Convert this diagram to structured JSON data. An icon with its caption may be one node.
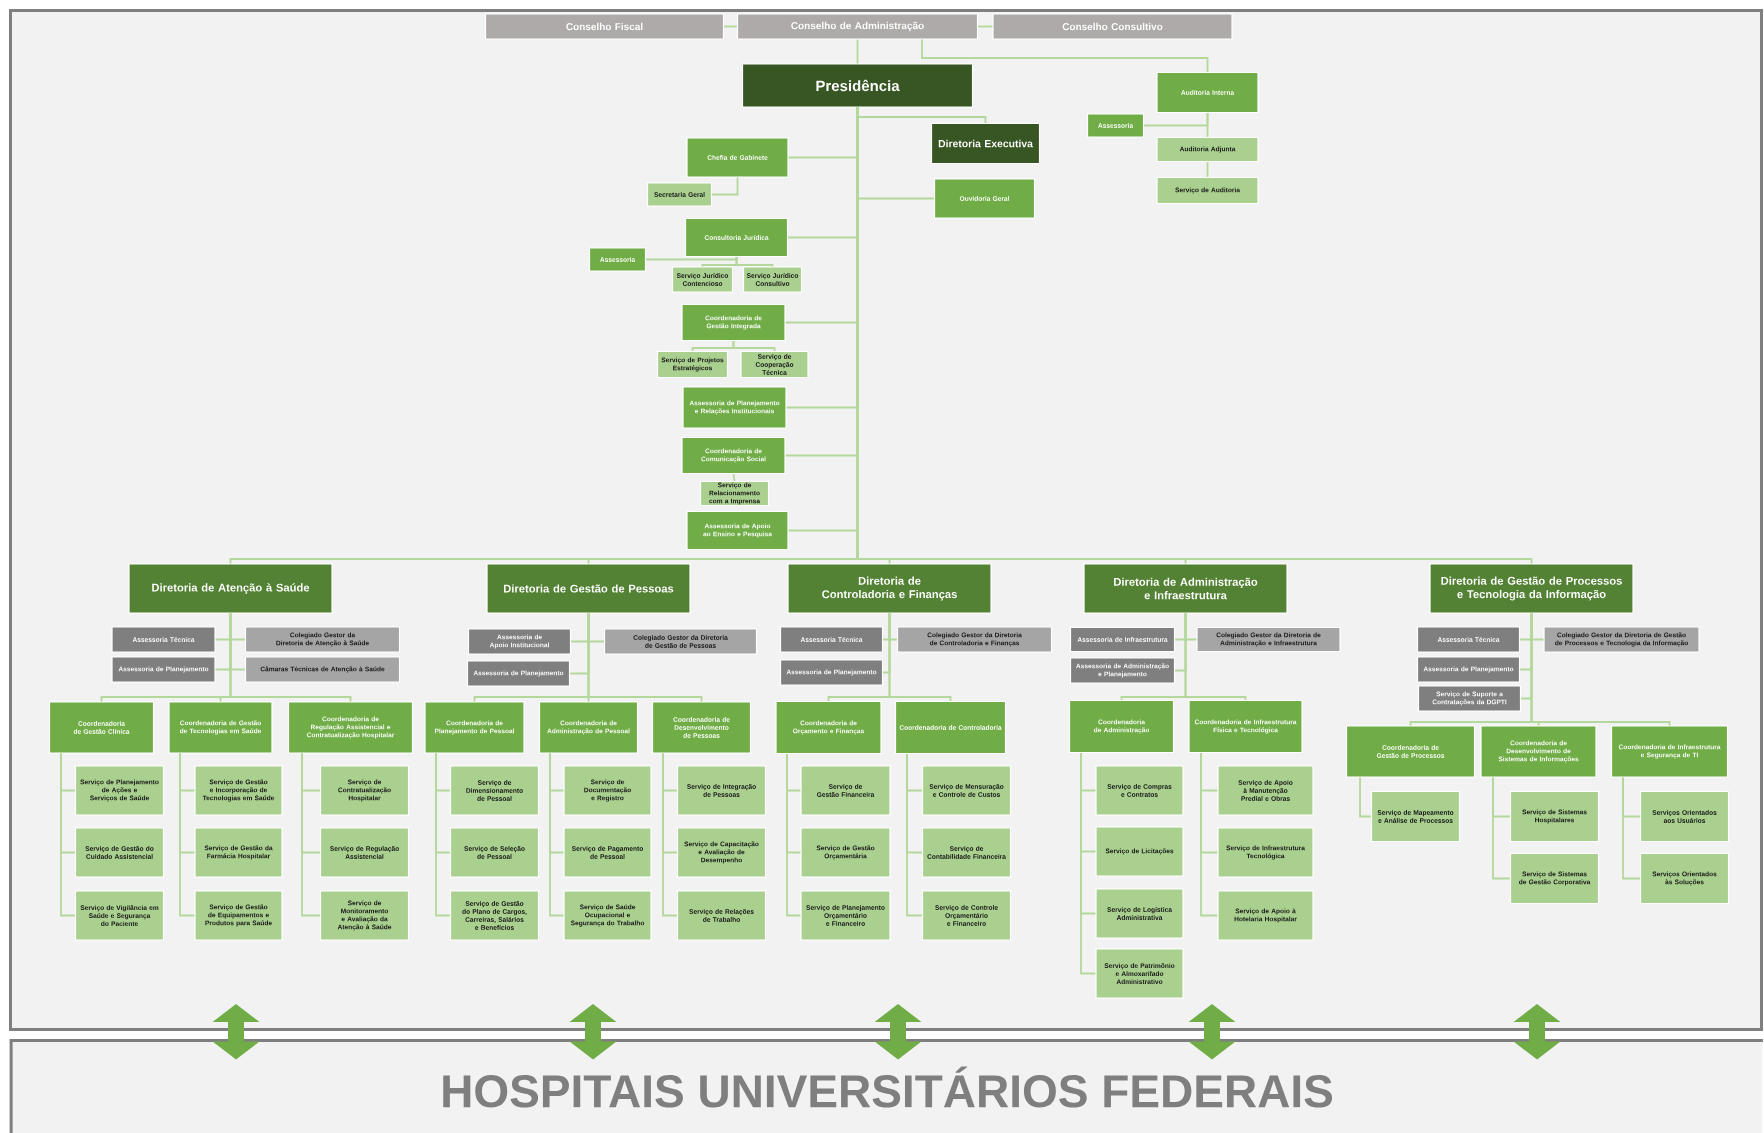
{
  "diagram": {
    "nodes": [
      {
        "text": [
          "Conselho Fiscal"
        ],
        "in": 95
      },
      {
        "text": [
          "Conselho de Administração"
        ],
        "in": 95
      },
      {
        "text": [
          "Conselho Consultivo"
        ],
        "in": 95
      },
      {
        "text": [
          "Presidência"
        ],
        "in": 95
      },
      {
        "text": [
          "Auditoria Interna"
        ],
        "in": 95
      },
      {
        "text": [
          "Assessoria"
        ],
        "in": 95
      },
      {
        "text": [
          "Auditoria Adjunta"
        ],
        "in": 95
      },
      {
        "text": [
          "Serviço de Auditoria"
        ],
        "in": 95
      },
      {
        "text": [
          "Diretoria Executiva"
        ],
        "in": 95
      },
      {
        "text": [
          "Chefia de Gabinete"
        ],
        "in": 95
      },
      {
        "text": [
          "Secretaria Geral"
        ],
        "in": 95
      },
      {
        "text": [
          "Ouvidoria Geral"
        ],
        "in": 95
      },
      {
        "text": [
          "Consultoria Jurídica"
        ],
        "in": 95
      },
      {
        "text": [
          "Assessoria"
        ],
        "in": 95
      },
      {
        "text": [
          "Serviço Jurídico Contencioso"
        ],
        "in": 95
      },
      {
        "text": [
          "Serviço Jurídico Consultivo"
        ],
        "in": 95
      },
      {
        "text": [
          "Coordenadoria de Gestão Integrada"
        ],
        "in": 95
      },
      {
        "text": [
          "Serviço de Projetos Estratégicos"
        ],
        "in": 95
      },
      {
        "text": [
          "Serviço de Cooperação Técnica"
        ],
        "in": 95
      },
      {
        "text": [
          "Assessoria de Planejamento e Relações Institucionais"
        ],
        "in": 95
      },
      {
        "text": [
          "Coordenadoria de Comunicação Social"
        ],
        "in": 95
      },
      {
        "text": [
          "Serviço de Relacionamento com a Imprensa"
        ],
        "in": 95
      },
      {
        "text": [
          "Assessoria de Apoio ao Ensino e Pesquisa"
        ],
        "in": 95
      },
      {
        "text": [
          "Diretoria de Atenção à Saúde"
        ],
        "in": 95
      },
      {
        "text": [
          "Assessoria Técnica"
        ],
        "in": 95
      },
      {
        "text": [
          "Colegiado Gestor da Diretoria de Atenção à Saúde"
        ],
        "in": 95
      },
      {
        "text": [
          "Assessoria de Planejamento"
        ],
        "in": 95
      },
      {
        "text": [
          "Câmaras Técnicas de Atenção à Saúde"
        ],
        "in": 95
      },
      {
        "text": [
          "Coordenadoria de Gestão Clínica"
        ],
        "in": 95
      },
      {
        "text": [
          "Serviço de Planejamento de Ações e Serviços de Saúde"
        ],
        "in": 95
      },
      {
        "text": [
          "Serviço de Gestão do Cuidado Assistencial"
        ],
        "in": 95
      },
      {
        "text": [
          "Serviço de Vigilância em Saúde e Segurança do Paciente"
        ],
        "in": 95
      },
      {
        "text": [
          "Coordenadoria de Gestão de Tecnologias em Saúde"
        ],
        "in": 95
      },
      {
        "text": [
          "Serviço de Gestão e Incorporação de Tecnologias em Saúde"
        ],
        "in": 95
      },
      {
        "text": [
          "Serviço de Gestão da Farmácia Hospitalar"
        ],
        "in": 95
      },
      {
        "text": [
          "Serviço de Gestão de Equipamentos e Produtos para Saúde"
        ],
        "in": 95
      },
      {
        "text": [
          "Coordenadoria de Regulação Assistencial e Contratualização Hospitalar"
        ],
        "in": 95
      },
      {
        "text": [
          "Serviço de Contratualização Hospitalar"
        ],
        "in": 95
      },
      {
        "text": [
          "Serviço de Regulação Assistencial"
        ],
        "in": 95
      },
      {
        "text": [
          "Serviço de Monitoramento e Avaliação da Atenção à Saúde"
        ],
        "in": 95
      },
      {
        "text": [
          "Diretoria de Gestão de Pessoas"
        ],
        "in": 95
      },
      {
        "text": [
          "Assessoria de Apoio Institucional"
        ],
        "in": 95
      },
      {
        "text": [
          "Colegiado Gestor da Diretoria de Gestão de Pessoas"
        ],
        "in": 95
      },
      {
        "text": [
          "Assessoria de Planejamento"
        ],
        "in": 95
      },
      {
        "text": [
          "Coordenadoria de Planejamento de Pessoal"
        ],
        "in": 95
      },
      {
        "text": [
          "Serviço de Dimensionamento de Pessoal"
        ],
        "in": 95
      },
      {
        "text": [
          "Serviço de Seleção de Pessoal"
        ],
        "in": 95
      },
      {
        "text": [
          "Serviço de Gestão do Plano de Cargos, Carreiras, Salários e Benefícios"
        ],
        "in": 95
      },
      {
        "text": [
          "Coordenadoria de Administração de Pessoal"
        ],
        "in": 95
      },
      {
        "text": [
          "Serviço de Documentação e Registro"
        ],
        "in": 95
      },
      {
        "text": [
          "Serviço de Pagamento de Pessoal"
        ],
        "in": 95
      },
      {
        "text": [
          "Serviço de Saúde Ocupacional e Segurança do Trabalho"
        ],
        "in": 95
      },
      {
        "text": [
          "Coordenadoria de Desenvolvimento de Pessoas"
        ],
        "in": 95
      },
      {
        "text": [
          "Serviço de Integração de Pessoas"
        ],
        "in": 95
      },
      {
        "text": [
          "Serviço de Capacitação e Avaliação de Desempenho"
        ],
        "in": 95
      },
      {
        "text": [
          "Serviço de Relações de Trabalho"
        ],
        "in": 95
      },
      {
        "text": [
          "Diretoria de Controladoria e Finanças"
        ],
        "in": 95
      },
      {
        "text": [
          "Assessoria Técnica"
        ],
        "in": 95
      },
      {
        "text": [
          "Colegiado Gestor da Diretoria de Controladoria e Finanças"
        ],
        "in": 95
      },
      {
        "text": [
          "Assessoria de Planejamento"
        ],
        "in": 95
      },
      {
        "text": [
          "Coordenadoria de Orçamento e Finanças"
        ],
        "in": 95
      },
      {
        "text": [
          "Serviço de Gestão Financeira"
        ],
        "in": 95
      },
      {
        "text": [
          "Serviço de Gestão Orçamentária"
        ],
        "in": 95
      },
      {
        "text": [
          "Serviço de Planejamento Orçamentário e Financeiro"
        ],
        "in": 95
      },
      {
        "text": [
          "Coordenadoria de Controladoria"
        ],
        "in": 95
      },
      {
        "text": [
          "Serviço de Mensuração e Controle de Custos"
        ],
        "in": 95
      },
      {
        "text": [
          "Serviço de Contabilidade Financeira"
        ],
        "in": 95
      },
      {
        "text": [
          "Serviço de Controle Orçamentário e Financeiro"
        ],
        "in": 95
      },
      {
        "text": [
          "Diretoria de Administração e Infraestrutura"
        ],
        "in": 95
      },
      {
        "text": [
          "Assessoria de Infraestrutura"
        ],
        "in": 95
      },
      {
        "text": [
          "Colegiado Gestor da Diretoria de Administração e Infraestrutura"
        ],
        "in": 95
      },
      {
        "text": [
          "Assessoria de Administração e Planejamento"
        ],
        "in": 95
      },
      {
        "text": [
          "Coordenadoria de Administração"
        ],
        "in": 95
      },
      {
        "text": [
          "Serviço de Compras e Contratos"
        ],
        "in": 95
      },
      {
        "text": [
          "Serviço de Licitações"
        ],
        "in": 95
      },
      {
        "text": [
          "Serviço de Logística Administrativa"
        ],
        "in": 95
      },
      {
        "text": [
          "Serviço de Patrimônio e Almoxarifado Administrativo"
        ],
        "in": 95
      },
      {
        "text": [
          "Coordenadoria de Infraestrutura Física e Tecnológica"
        ],
        "in": 95
      },
      {
        "text": [
          "Serviço de Apoio à Manutenção Predial e Obras"
        ],
        "in": 95
      },
      {
        "text": [
          "Serviço de Infraestrutura Tecnológica"
        ],
        "in": 95
      },
      {
        "text": [
          "Serviço de Apoio à Hotelaria Hospitalar"
        ],
        "in": 95
      },
      {
        "text": [
          "Diretoria de Gestão de Processos e Tecnologia da Informação"
        ],
        "in": 95
      },
      {
        "text": [
          "Assessoria Técnica"
        ],
        "in": 95
      },
      {
        "text": [
          "Colegiado Gestor da Diretoria de Gestão de Processos e Tecnologia da Informação"
        ],
        "in": 95
      },
      {
        "text": [
          "Assessoria de Planejamento"
        ],
        "in": 95
      },
      {
        "text": [
          "Serviço de Suporte a Contratações da DGPTI"
        ],
        "in": 95
      },
      {
        "text": [
          "Coordenadoria de Gestão de Processos"
        ],
        "in": 95
      },
      {
        "text": [
          "Serviço de Mapeamento e Análise de Processos"
        ],
        "in": 95
      },
      {
        "text": [
          "Coordenadoria de Desenvolvimento de Sistemas de Informações"
        ],
        "in": 95
      },
      {
        "text": [
          "Serviço de Sistemas Hospitalares"
        ],
        "in": 95
      },
      {
        "text": [
          "Serviço de Sistemas de Gestão Corporativa"
        ],
        "in": 95
      },
      {
        "text": [
          "Coordenadoria de Infraestrutura e Segurança de TI"
        ],
        "in": 95
      },
      {
        "text": [
          "Serviços Orientados aos Usuários"
        ],
        "in": 95
      },
      {
        "text": [
          "Serviços Orientados às Soluções"
        ],
        "in": 95
      },
      {
        "text": [
          "HOSPITAIS UNIVERSITÁRIOS FEDERAIS"
        ]
      },
      {
        "text": [],
        "shape": "box"
      }
    ],
    "edges": [
      {
        "from": 0,
        "to": 1,
        "arrow": "none"
      },
      {
        "from": 1,
        "to": 2,
        "arrow": "none"
      },
      {
        "from": 1,
        "to": 3,
        "arrow": "none"
      },
      {
        "from": 1,
        "to": 4,
        "arrow": "none"
      },
      {
        "from": 4,
        "to": 5,
        "arrow": "none"
      },
      {
        "from": 4,
        "to": 6,
        "arrow": "none"
      },
      {
        "from": 6,
        "to": 7,
        "arrow": "none"
      },
      {
        "from": 3,
        "to": 8,
        "arrow": "none"
      },
      {
        "from": 3,
        "to": 9,
        "arrow": "none"
      },
      {
        "from": 9,
        "to": 10,
        "arrow": "none"
      },
      {
        "from": 3,
        "to": 11,
        "arrow": "none"
      },
      {
        "from": 3,
        "to": 12,
        "arrow": "none"
      },
      {
        "from": 12,
        "to": 13,
        "arrow": "none"
      },
      {
        "from": 12,
        "to": 14,
        "arrow": "none"
      },
      {
        "from": 12,
        "to": 15,
        "arrow": "none"
      },
      {
        "from": 3,
        "to": 16,
        "arrow": "none"
      },
      {
        "from": 16,
        "to": 17,
        "arrow": "none"
      },
      {
        "from": 16,
        "to": 18,
        "arrow": "none"
      },
      {
        "from": 3,
        "to": 19,
        "arrow": "none"
      },
      {
        "from": 3,
        "to": 20,
        "arrow": "none"
      },
      {
        "from": 20,
        "to": 21,
        "arrow": "none"
      },
      {
        "from": 3,
        "to": 22,
        "arrow": "none"
      },
      {
        "from": 3,
        "to": 23,
        "arrow": "none"
      },
      {
        "from": 3,
        "to": 40,
        "arrow": "none"
      },
      {
        "from": 3,
        "to": 56,
        "arrow": "none"
      },
      {
        "from": 3,
        "to": 68,
        "arrow": "none"
      },
      {
        "from": 3,
        "to": 81,
        "arrow": "none"
      },
      {
        "from": 23,
        "to": 24,
        "arrow": "none"
      },
      {
        "from": 23,
        "to": 25,
        "arrow": "none"
      },
      {
        "from": 23,
        "to": 26,
        "arrow": "none"
      },
      {
        "from": 23,
        "to": 27,
        "arrow": "none"
      },
      {
        "from": 23,
        "to": 28,
        "arrow": "none"
      },
      {
        "from": 28,
        "to": 29,
        "arrow": "none"
      },
      {
        "from": 28,
        "to": 30,
        "arrow": "none"
      },
      {
        "from": 28,
        "to": 31,
        "arrow": "none"
      },
      {
        "from": 23,
        "to": 32,
        "arrow": "none"
      },
      {
        "from": 32,
        "to": 33,
        "arrow": "none"
      },
      {
        "from": 32,
        "to": 34,
        "arrow": "none"
      },
      {
        "from": 32,
        "to": 35,
        "arrow": "none"
      },
      {
        "from": 23,
        "to": 36,
        "arrow": "none"
      },
      {
        "from": 36,
        "to": 37,
        "arrow": "none"
      },
      {
        "from": 36,
        "to": 38,
        "arrow": "none"
      },
      {
        "from": 36,
        "to": 39,
        "arrow": "none"
      },
      {
        "from": 40,
        "to": 41,
        "arrow": "none"
      },
      {
        "from": 40,
        "to": 42,
        "arrow": "none"
      },
      {
        "from": 40,
        "to": 43,
        "arrow": "none"
      },
      {
        "from": 40,
        "to": 44,
        "arrow": "none"
      },
      {
        "from": 44,
        "to": 45,
        "arrow": "none"
      },
      {
        "from": 44,
        "to": 46,
        "arrow": "none"
      },
      {
        "from": 44,
        "to": 47,
        "arrow": "none"
      },
      {
        "from": 40,
        "to": 48,
        "arrow": "none"
      },
      {
        "from": 48,
        "to": 49,
        "arrow": "none"
      },
      {
        "from": 48,
        "to": 50,
        "arrow": "none"
      },
      {
        "from": 48,
        "to": 51,
        "arrow": "none"
      },
      {
        "from": 40,
        "to": 52,
        "arrow": "none"
      },
      {
        "from": 52,
        "to": 53,
        "arrow": "none"
      },
      {
        "from": 52,
        "to": 54,
        "arrow": "none"
      },
      {
        "from": 52,
        "to": 55,
        "arrow": "none"
      },
      {
        "from": 56,
        "to": 57,
        "arrow": "none"
      },
      {
        "from": 56,
        "to": 58,
        "arrow": "none"
      },
      {
        "from": 56,
        "to": 59,
        "arrow": "none"
      },
      {
        "from": 56,
        "to": 60,
        "arrow": "none"
      },
      {
        "from": 60,
        "to": 61,
        "arrow": "none"
      },
      {
        "from": 60,
        "to": 62,
        "arrow": "none"
      },
      {
        "from": 60,
        "to": 63,
        "arrow": "none"
      },
      {
        "from": 56,
        "to": 64,
        "arrow": "none"
      },
      {
        "from": 64,
        "to": 65,
        "arrow": "none"
      },
      {
        "from": 64,
        "to": 66,
        "arrow": "none"
      },
      {
        "from": 64,
        "to": 67,
        "arrow": "none"
      },
      {
        "from": 68,
        "to": 69,
        "arrow": "none"
      },
      {
        "from": 68,
        "to": 70,
        "arrow": "none"
      },
      {
        "from": 68,
        "to": 71,
        "arrow": "none"
      },
      {
        "from": 68,
        "to": 72,
        "arrow": "none"
      },
      {
        "from": 72,
        "to": 73,
        "arrow": "none"
      },
      {
        "from": 72,
        "to": 74,
        "arrow": "none"
      },
      {
        "from": 72,
        "to": 75,
        "arrow": "none"
      },
      {
        "from": 72,
        "to": 76,
        "arrow": "none"
      },
      {
        "from": 68,
        "to": 77,
        "arrow": "none"
      },
      {
        "from": 77,
        "to": 78,
        "arrow": "none"
      },
      {
        "from": 77,
        "to": 79,
        "arrow": "none"
      },
      {
        "from": 77,
        "to": 80,
        "arrow": "none"
      },
      {
        "from": 81,
        "to": 82,
        "arrow": "none"
      },
      {
        "from": 81,
        "to": 83,
        "arrow": "none"
      },
      {
        "from": 81,
        "to": 84,
        "arrow": "none"
      },
      {
        "from": 81,
        "to": 85,
        "arrow": "none"
      },
      {
        "from": 81,
        "to": 86,
        "arrow": "none"
      },
      {
        "from": 86,
        "to": 87,
        "arrow": "none"
      },
      {
        "from": 81,
        "to": 88,
        "arrow": "none"
      },
      {
        "from": 88,
        "to": 89,
        "arrow": "none"
      },
      {
        "from": 88,
        "to": 90,
        "arrow": "none"
      },
      {
        "from": 81,
        "to": 91,
        "arrow": "none"
      },
      {
        "from": 91,
        "to": 92,
        "arrow": "none"
      },
      {
        "from": 91,
        "to": 93,
        "arrow": "none"
      },
      {
        "from": 95,
        "to": 94,
        "arrow": "both",
        "style": "thick",
        "color": "#70ad47"
      },
      {
        "from": 95,
        "to": 94,
        "arrow": "both",
        "style": "thick",
        "color": "#70ad47"
      },
      {
        "from": 95,
        "to": 94,
        "arrow": "both",
        "style": "thick",
        "color": "#70ad47"
      },
      {
        "from": 95,
        "to": 94,
        "arrow": "both",
        "style": "thick",
        "color": "#70ad47"
      },
      {
        "from": 95,
        "to": 94,
        "arrow": "both",
        "style": "thick",
        "color": "#70ad47"
      }
    ]
  }
}
